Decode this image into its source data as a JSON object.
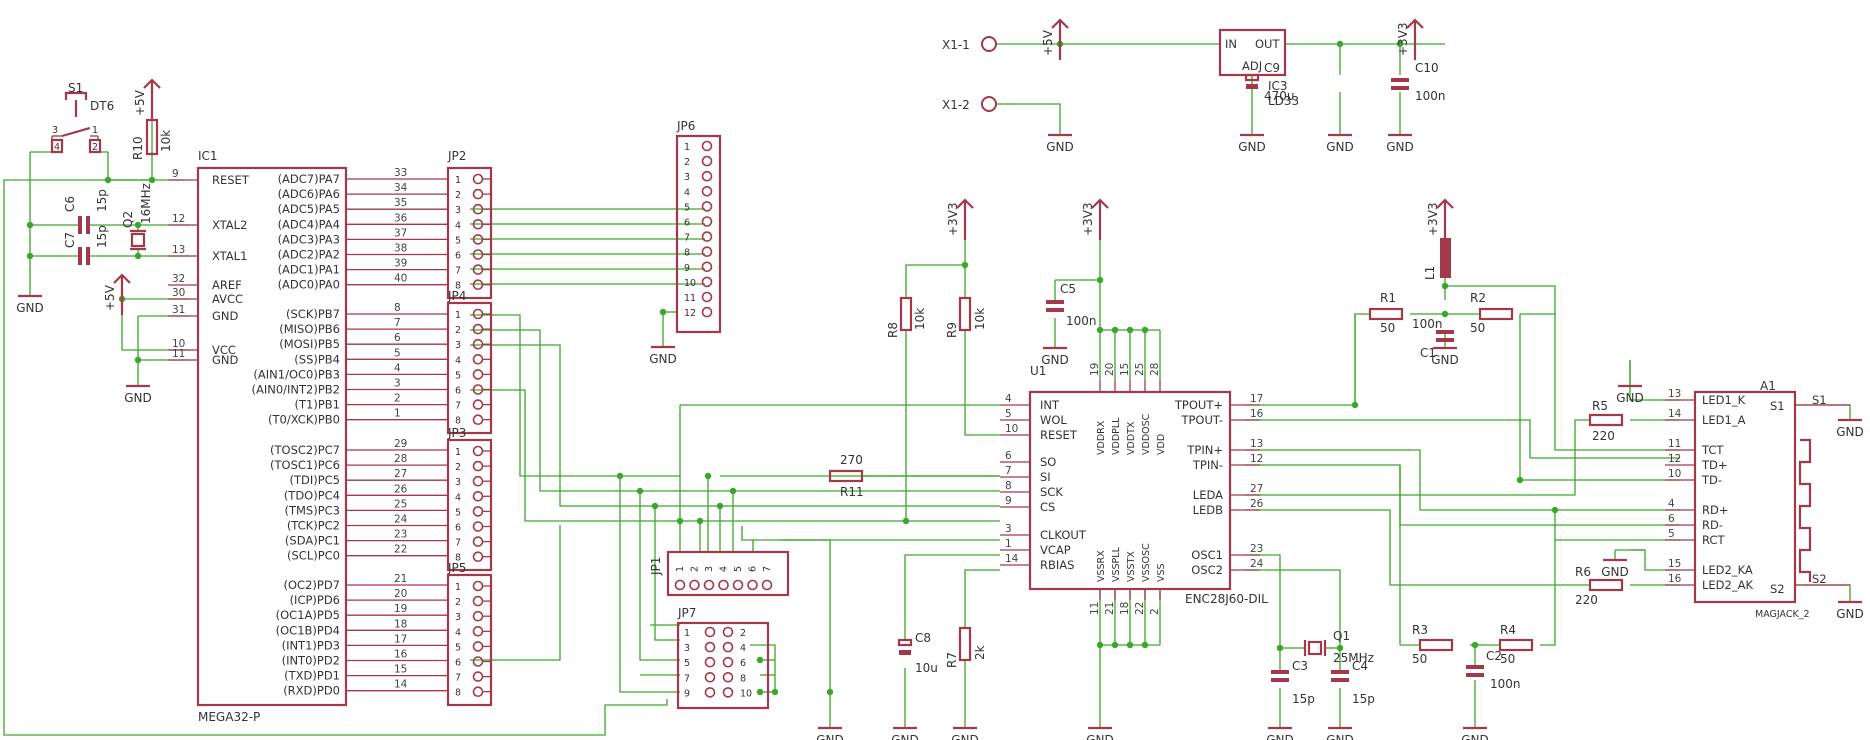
{
  "ic1": {
    "name": "IC1",
    "value": "MEGA32-P",
    "pins_left": [
      {
        "num": "9",
        "name": "RESET"
      },
      {
        "num": "12",
        "name": "XTAL2"
      },
      {
        "num": "13",
        "name": "XTAL1"
      },
      {
        "num": "32",
        "name": "AREF"
      },
      {
        "num": "30",
        "name": "AVCC"
      },
      {
        "num": "31",
        "name": "GND"
      },
      {
        "num": "10",
        "name": "VCC"
      },
      {
        "num": "11",
        "name": "GND"
      }
    ],
    "pins_right": [
      {
        "num": "33",
        "name": "(ADC7)PA7"
      },
      {
        "num": "34",
        "name": "(ADC6)PA6"
      },
      {
        "num": "35",
        "name": "(ADC5)PA5"
      },
      {
        "num": "36",
        "name": "(ADC4)PA4"
      },
      {
        "num": "37",
        "name": "(ADC3)PA3"
      },
      {
        "num": "38",
        "name": "(ADC2)PA2"
      },
      {
        "num": "39",
        "name": "(ADC1)PA1"
      },
      {
        "num": "40",
        "name": "(ADC0)PA0"
      },
      {
        "num": "8",
        "name": "(SCK)PB7"
      },
      {
        "num": "7",
        "name": "(MISO)PB6"
      },
      {
        "num": "6",
        "name": "(MOSI)PB5"
      },
      {
        "num": "5",
        "name": "(SS)PB4"
      },
      {
        "num": "4",
        "name": "(AIN1/OC0)PB3"
      },
      {
        "num": "3",
        "name": "(AIN0/INT2)PB2"
      },
      {
        "num": "2",
        "name": "(T1)PB1"
      },
      {
        "num": "1",
        "name": "(T0/XCK)PB0"
      },
      {
        "num": "29",
        "name": "(TOSC2)PC7"
      },
      {
        "num": "28",
        "name": "(TOSC1)PC6"
      },
      {
        "num": "27",
        "name": "(TDI)PC5"
      },
      {
        "num": "26",
        "name": "(TDO)PC4"
      },
      {
        "num": "25",
        "name": "(TMS)PC3"
      },
      {
        "num": "24",
        "name": "(TCK)PC2"
      },
      {
        "num": "23",
        "name": "(SDA)PC1"
      },
      {
        "num": "22",
        "name": "(SCL)PC0"
      },
      {
        "num": "21",
        "name": "(OC2)PD7"
      },
      {
        "num": "20",
        "name": "(ICP)PD6"
      },
      {
        "num": "19",
        "name": "(OC1A)PD5"
      },
      {
        "num": "18",
        "name": "(OC1B)PD4"
      },
      {
        "num": "17",
        "name": "(INT1)PD3"
      },
      {
        "num": "16",
        "name": "(INT0)PD2"
      },
      {
        "num": "15",
        "name": "(TXD)PD1"
      },
      {
        "num": "14",
        "name": "(RXD)PD0"
      }
    ]
  },
  "headers": {
    "jp2": "JP2",
    "jp4": "JP4",
    "jp3": "JP3",
    "jp5": "JP5",
    "jp6": "JP6",
    "jp1": "JP1",
    "jp7": "JP7",
    "pins8": [
      "1",
      "2",
      "3",
      "4",
      "5",
      "6",
      "7",
      "8"
    ],
    "pins12": [
      "1",
      "2",
      "3",
      "4",
      "5",
      "6",
      "7",
      "8",
      "9",
      "10",
      "11",
      "12"
    ],
    "jp1_pins": [
      "1",
      "2",
      "3",
      "4",
      "5",
      "6",
      "7"
    ],
    "jp7_left": [
      "1",
      "3",
      "5",
      "7",
      "9"
    ],
    "jp7_right": [
      "2",
      "4",
      "6",
      "8",
      "10"
    ]
  },
  "u1": {
    "name": "U1",
    "value": "ENC28J60-DIL",
    "left": [
      {
        "num": "4",
        "name": "INT"
      },
      {
        "num": "5",
        "name": "WOL"
      },
      {
        "num": "10",
        "name": "RESET"
      },
      {
        "num": "6",
        "name": "SO"
      },
      {
        "num": "7",
        "name": "SI"
      },
      {
        "num": "8",
        "name": "SCK"
      },
      {
        "num": "9",
        "name": "CS"
      },
      {
        "num": "3",
        "name": "CLKOUT"
      },
      {
        "num": "1",
        "name": "VCAP"
      },
      {
        "num": "14",
        "name": "RBIAS"
      }
    ],
    "right": [
      {
        "num": "17",
        "name": "TPOUT+"
      },
      {
        "num": "16",
        "name": "TPOUT-"
      },
      {
        "num": "13",
        "name": "TPIN+"
      },
      {
        "num": "12",
        "name": "TPIN-"
      },
      {
        "num": "27",
        "name": "LEDA"
      },
      {
        "num": "26",
        "name": "LEDB"
      },
      {
        "num": "23",
        "name": "OSC1"
      },
      {
        "num": "24",
        "name": "OSC2"
      }
    ],
    "top": [
      {
        "num": "19",
        "name": "VDDRX"
      },
      {
        "num": "20",
        "name": "VDDPLL"
      },
      {
        "num": "15",
        "name": "VDDTX"
      },
      {
        "num": "25",
        "name": "VDDOSC"
      },
      {
        "num": "28",
        "name": "VDD"
      }
    ],
    "bottom": [
      {
        "num": "11",
        "name": "VSSRX"
      },
      {
        "num": "21",
        "name": "VSSPLL"
      },
      {
        "num": "18",
        "name": "VSSTX"
      },
      {
        "num": "22",
        "name": "VSSOSC"
      },
      {
        "num": "2",
        "name": "VSS"
      }
    ]
  },
  "magjack": {
    "name": "A1",
    "value": "MAGJACK_2",
    "left": [
      {
        "num": "13",
        "name": "LED1_K"
      },
      {
        "num": "14",
        "name": "LED1_A"
      },
      {
        "num": "11",
        "name": "TCT"
      },
      {
        "num": "12",
        "name": "TD+"
      },
      {
        "num": "10",
        "name": "TD-"
      },
      {
        "num": "4",
        "name": "RD+"
      },
      {
        "num": "6",
        "name": "RD-"
      },
      {
        "num": "5",
        "name": "RCT"
      },
      {
        "num": "15",
        "name": "LED2_KA"
      },
      {
        "num": "16",
        "name": "LED2_AK"
      }
    ],
    "s1": "S1",
    "s2": "S2"
  },
  "regulator": {
    "name": "IC3",
    "value": "LD33",
    "in": "IN",
    "out": "OUT",
    "adj": "ADJ"
  },
  "connectors": {
    "x11": "X1-1",
    "x12": "X1-2"
  },
  "switch": {
    "name": "S1",
    "value": "DT6",
    "p1": "1",
    "p2": "2",
    "p3": "3",
    "p4": "4"
  },
  "crystals": {
    "q2": "Q2",
    "q2v": "16MHz",
    "q1": "Q1",
    "q1v": "25MHz"
  },
  "caps": {
    "c6": "C6",
    "c6v": "15p",
    "c7": "C7",
    "c7v": "15p",
    "c5": "C5",
    "c5v": "100n",
    "c9": "C9",
    "c9v": "470u",
    "c10": "C10",
    "c10v": "100n",
    "c1": "C1",
    "c1v": "100n",
    "c2": "C2",
    "c2v": "100n",
    "c3": "C3",
    "c3v": "15p",
    "c4": "C4",
    "c4v": "15p",
    "c8": "C8",
    "c8v": "10u"
  },
  "resistors": {
    "r10": "R10",
    "r10v": "10k",
    "r8": "R8",
    "r8v": "10k",
    "r9": "R9",
    "r9v": "10k",
    "r11": "R11",
    "r11v": "270",
    "r7": "R7",
    "r7v": "2k",
    "r1": "R1",
    "r1v": "50",
    "r2": "R2",
    "r2v": "50",
    "r3": "R3",
    "r3v": "50",
    "r4": "R4",
    "r4v": "50",
    "r5": "R5",
    "r5v": "220",
    "r6": "R6",
    "r6v": "220"
  },
  "inductor": {
    "l1": "L1"
  },
  "power": {
    "v5": "+5V",
    "v33": "+3V3",
    "gnd": "GND"
  }
}
